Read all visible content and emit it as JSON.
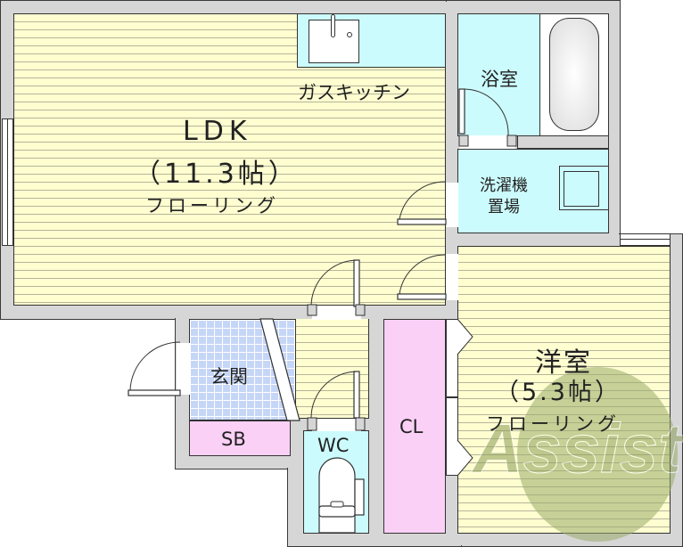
{
  "floorplan": {
    "rooms": {
      "ldk": {
        "name": "LDK",
        "size": "（11.3帖）",
        "floor": "フローリング"
      },
      "kitchen": {
        "name": "ガスキッチン"
      },
      "bath": {
        "name": "浴室"
      },
      "laundry": {
        "name_line1": "洗濯機",
        "name_line2": "置場"
      },
      "western": {
        "name": "洋室",
        "size": "（5.3帖）",
        "floor": "フローリング"
      },
      "entrance": {
        "name": "玄関"
      },
      "shoe_box": {
        "name": "SB"
      },
      "toilet": {
        "name": "WC"
      },
      "closet": {
        "name": "CL"
      }
    },
    "watermark": {
      "text": "Assist"
    },
    "colors": {
      "wall": "#d6d6d6",
      "flooring": "#fefed0",
      "wet_area": "#ccfbfd",
      "entrance_tile": "#c6d6f7",
      "storage": "#fbd0f7",
      "watermark": "#9aac6a"
    }
  }
}
